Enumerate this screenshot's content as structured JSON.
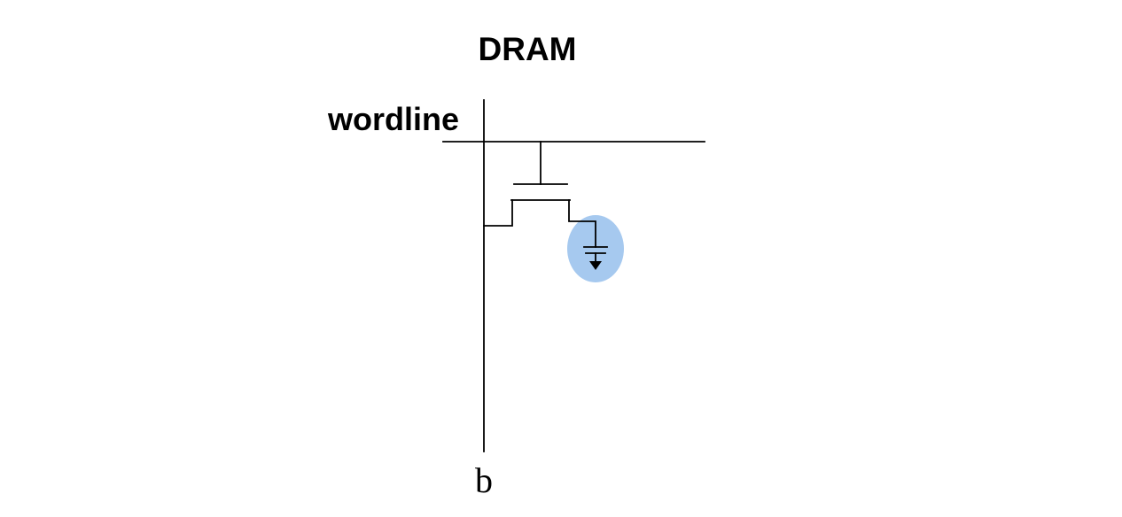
{
  "diagram": {
    "title": "DRAM",
    "wordline_label": "wordline",
    "bitline_label": "b",
    "colors": {
      "wire": "#000000",
      "highlight_fill": "#a6c9ef"
    }
  }
}
